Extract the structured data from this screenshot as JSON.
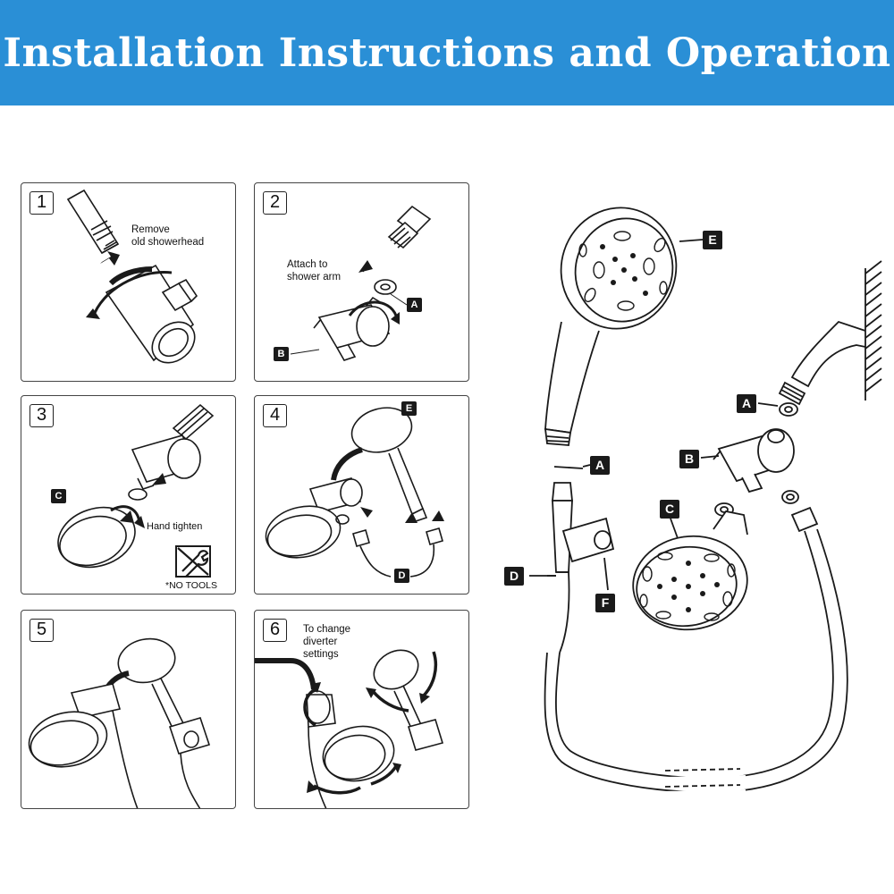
{
  "title": "Installation Instructions and Operation",
  "colors": {
    "banner": "#2a8fd6",
    "banner_text": "#ffffff",
    "line": "#1a1a1a",
    "tag_bg": "#1a1a1a"
  },
  "steps": [
    {
      "number": "1",
      "text_lines": [
        "Remove",
        "old showerhead"
      ]
    },
    {
      "number": "2",
      "text_lines": [
        "Attach to",
        "shower arm"
      ],
      "tags": [
        "A",
        "B"
      ]
    },
    {
      "number": "3",
      "note": "Hand tighten",
      "no_tools": "*NO TOOLS",
      "tags": [
        "C"
      ]
    },
    {
      "number": "4",
      "tags": [
        "E",
        "D"
      ]
    },
    {
      "number": "5"
    },
    {
      "number": "6",
      "text_lines": [
        "To change",
        "diverter",
        "settings"
      ]
    }
  ],
  "overview_tags": [
    "E",
    "A",
    "A",
    "B",
    "C",
    "D",
    "F"
  ],
  "icons": [
    "arrow-icon",
    "no-tools-icon",
    "wrench-icon"
  ]
}
